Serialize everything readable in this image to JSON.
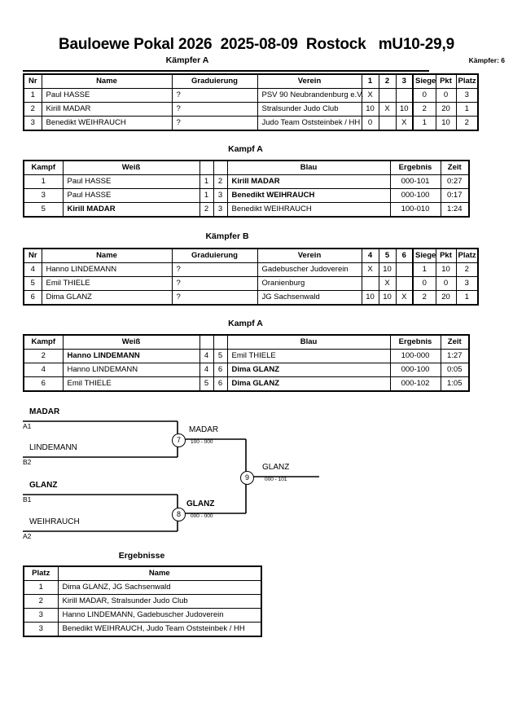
{
  "header": {
    "title": "Bauloewe Pokal 2026  2025-08-09  Rostock   mU10-29,9",
    "subtitle": "Kämpfer A",
    "fighter_count": "Kämpfer: 6"
  },
  "pool_a": {
    "title": "Kämpfer A",
    "columns": [
      "Nr",
      "Name",
      "Graduierung",
      "Verein",
      "1",
      "2",
      "3",
      "Siege",
      "Pkt",
      "Platz"
    ],
    "rows": [
      {
        "nr": "1",
        "name": "Paul HASSE",
        "graduierung": "?",
        "verein": "PSV 90 Neubrandenburg e.V.",
        "m1": "X",
        "m2": "",
        "m3": "",
        "siege": "0",
        "pkt": "0",
        "platz": "3"
      },
      {
        "nr": "2",
        "name": "Kirill MADAR",
        "graduierung": "?",
        "verein": "Stralsunder Judo Club",
        "m1": "10",
        "m2": "X",
        "m3": "10",
        "siege": "2",
        "pkt": "20",
        "platz": "1"
      },
      {
        "nr": "3",
        "name": "Benedikt WEIHRAUCH",
        "graduierung": "?",
        "verein": "Judo Team Oststeinbek / HH",
        "m1": "0",
        "m2": "",
        "m3": "X",
        "siege": "1",
        "pkt": "10",
        "platz": "2"
      }
    ]
  },
  "kampf_a1": {
    "title": "Kampf A",
    "columns": [
      "Kampf",
      "Weiß",
      "",
      "",
      "Blau",
      "Ergebnis",
      "Zeit"
    ],
    "rows": [
      {
        "kampf": "1",
        "weiss": "Paul HASSE",
        "weiss_win": false,
        "n1": "1",
        "n2": "2",
        "blau": "Kirill MADAR",
        "blau_win": true,
        "ergebnis": "000-101",
        "zeit": "0:27"
      },
      {
        "kampf": "3",
        "weiss": "Paul HASSE",
        "weiss_win": false,
        "n1": "1",
        "n2": "3",
        "blau": "Benedikt WEIHRAUCH",
        "blau_win": true,
        "ergebnis": "000-100",
        "zeit": "0:17"
      },
      {
        "kampf": "5",
        "weiss": "Kirill MADAR",
        "weiss_win": true,
        "n1": "2",
        "n2": "3",
        "blau": "Benedikt WEIHRAUCH",
        "blau_win": false,
        "ergebnis": "100-010",
        "zeit": "1:24"
      }
    ]
  },
  "pool_b": {
    "title": "Kämpfer B",
    "columns": [
      "Nr",
      "Name",
      "Graduierung",
      "Verein",
      "4",
      "5",
      "6",
      "Siege",
      "Pkt",
      "Platz"
    ],
    "rows": [
      {
        "nr": "4",
        "name": "Hanno LINDEMANN",
        "graduierung": "?",
        "verein": "Gadebuscher Judoverein",
        "m1": "X",
        "m2": "10",
        "m3": "",
        "siege": "1",
        "pkt": "10",
        "platz": "2"
      },
      {
        "nr": "5",
        "name": "Emil THIELE",
        "graduierung": "?",
        "verein": "Oranienburg",
        "m1": "",
        "m2": "X",
        "m3": "",
        "siege": "0",
        "pkt": "0",
        "platz": "3"
      },
      {
        "nr": "6",
        "name": "Dima  GLANZ",
        "graduierung": "?",
        "verein": "JG Sachsenwald",
        "m1": "10",
        "m2": "10",
        "m3": "X",
        "siege": "2",
        "pkt": "20",
        "platz": "1"
      }
    ]
  },
  "kampf_a2": {
    "title": "Kampf A",
    "columns": [
      "Kampf",
      "Weiß",
      "",
      "",
      "Blau",
      "Ergebnis",
      "Zeit"
    ],
    "rows": [
      {
        "kampf": "2",
        "weiss": "Hanno LINDEMANN",
        "weiss_win": true,
        "n1": "4",
        "n2": "5",
        "blau": "Emil THIELE",
        "blau_win": false,
        "ergebnis": "100-000",
        "zeit": "1:27"
      },
      {
        "kampf": "4",
        "weiss": "Hanno LINDEMANN",
        "weiss_win": false,
        "n1": "4",
        "n2": "6",
        "blau": "Dima  GLANZ",
        "blau_win": true,
        "ergebnis": "000-100",
        "zeit": "0:05"
      },
      {
        "kampf": "6",
        "weiss": "Emil THIELE",
        "weiss_win": false,
        "n1": "5",
        "n2": "6",
        "blau": "Dima  GLANZ",
        "blau_win": true,
        "ergebnis": "000-102",
        "zeit": "1:05"
      }
    ]
  },
  "bracket": {
    "entrants": [
      {
        "name": "MADAR",
        "seed": "A1",
        "bold": true
      },
      {
        "name": "LINDEMANN",
        "seed": "B2",
        "bold": false
      },
      {
        "name": "GLANZ",
        "seed": "B1",
        "bold": true
      },
      {
        "name": "WEIHRAUCH",
        "seed": "A2",
        "bold": false
      }
    ],
    "matches": [
      {
        "number": "7",
        "winner": "MADAR",
        "score": "100 - 000",
        "bold": false
      },
      {
        "number": "8",
        "winner": "GLANZ",
        "score": "000 - 000",
        "bold": true
      },
      {
        "number": "9",
        "winner": "GLANZ",
        "score": "000 - 101",
        "bold": false
      }
    ]
  },
  "results": {
    "title": "Ergebnisse",
    "columns": [
      "Platz",
      "Name"
    ],
    "rows": [
      {
        "platz": "1",
        "name": "Dima  GLANZ, JG Sachsenwald"
      },
      {
        "platz": "2",
        "name": "Kirill MADAR, Stralsunder Judo Club"
      },
      {
        "platz": "3",
        "name": "Hanno LINDEMANN, Gadebuscher Judoverein"
      },
      {
        "platz": "3",
        "name": "Benedikt WEIHRAUCH, Judo Team Oststeinbek / HH"
      }
    ]
  }
}
